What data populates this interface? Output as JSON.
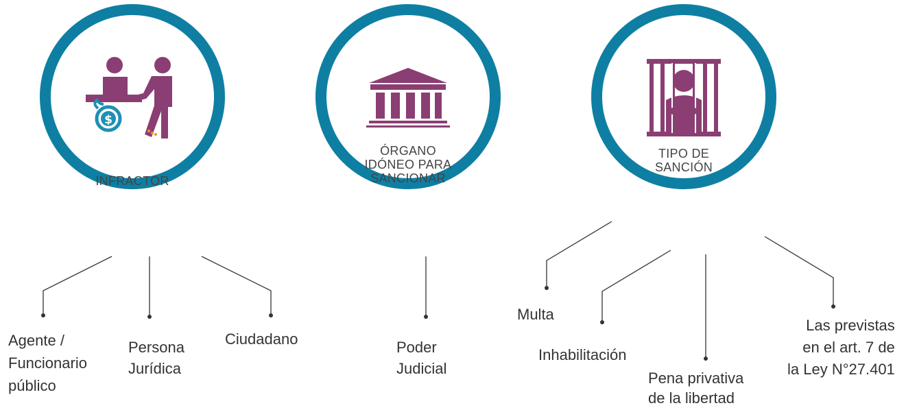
{
  "colors": {
    "ring": "#0e7fa3",
    "icon": "#8b3e73",
    "accent_blue": "#1f8fb5",
    "accent_orange": "#f0942a",
    "line": "#333333"
  },
  "nodes": [
    {
      "label": "INFRACTOR",
      "icon": "bribery-icon",
      "leaves": [
        "Agente /\nFuncionario\npúblico",
        "Persona\nJurídica",
        "Ciudadano"
      ]
    },
    {
      "label": "ÓRGANO\nIDÓNEO PARA\nSANCIONAR",
      "icon": "courthouse-icon",
      "leaves": [
        "Poder\nJudicial"
      ]
    },
    {
      "label": "TIPO DE\nSANCIÓN",
      "icon": "jail-icon",
      "leaves": [
        "Multa",
        "Inhabilitación",
        "Pena privativa\nde la libertad",
        "Las previstas\nen el art. 7 de\nla Ley N°27.401"
      ]
    }
  ]
}
